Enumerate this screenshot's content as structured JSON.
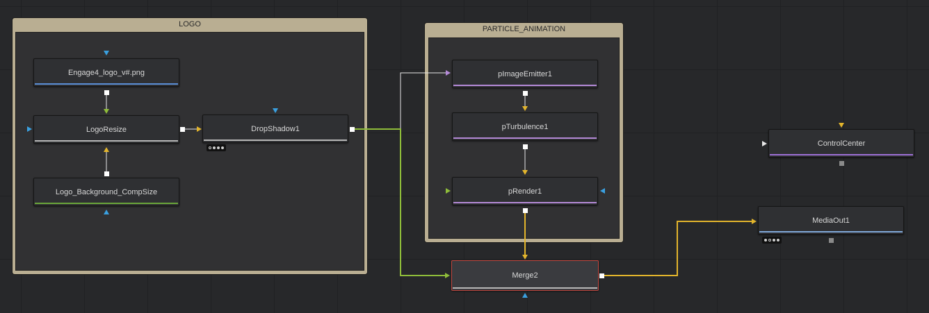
{
  "groups": {
    "logo": {
      "title": "LOGO"
    },
    "particle": {
      "title": "PARTICLE_ANIMATION"
    }
  },
  "nodes": {
    "engage": {
      "label": "Engage4_logo_v#.png"
    },
    "logo_resize": {
      "label": "LogoResize"
    },
    "logo_bg": {
      "label": "Logo_Background_CompSize"
    },
    "drop_shadow": {
      "label": "DropShadow1"
    },
    "pimage_emitter": {
      "label": "pImageEmitter1"
    },
    "pturbulence": {
      "label": "pTurbulence1"
    },
    "prender": {
      "label": "pRender1"
    },
    "merge": {
      "label": "Merge2"
    },
    "control_center": {
      "label": "ControlCenter"
    },
    "media_out": {
      "label": "MediaOut1"
    }
  },
  "colors": {
    "background": "#27282a",
    "group_header": "#b9ae92",
    "node_fill": "#2f3033",
    "loader_bar": "#5b8fd8",
    "transform_bar": "#b8b8b8",
    "background_bar": "#6aa63a",
    "particle_bar": "#b58ad8",
    "control_bar": "#9d6fd6",
    "output_bar": "#7fa8d8",
    "wire_yellow": "#e3b52c",
    "wire_green": "#8fbd3a",
    "wire_white": "#e8e8e8",
    "merge_border": "#c0443c",
    "input_blue": "#3aa0e0"
  }
}
